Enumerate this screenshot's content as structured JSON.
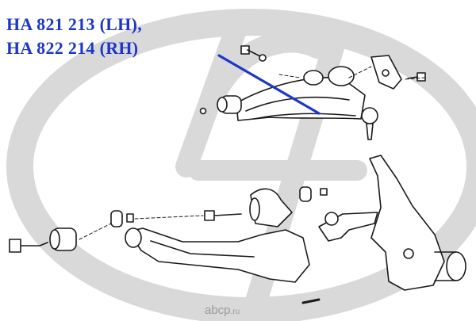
{
  "labels": {
    "lh": "HA 821 213 (LH),",
    "rh": "HA 822 214 (RH)"
  },
  "watermark": {
    "name": "abcp",
    "tld": ".ru"
  },
  "colors": {
    "label": "#1c37c9",
    "line_art": "#1a1a1a",
    "watermark_logo": "#d9d9d9",
    "watermark_text": "#9a9a9a"
  }
}
